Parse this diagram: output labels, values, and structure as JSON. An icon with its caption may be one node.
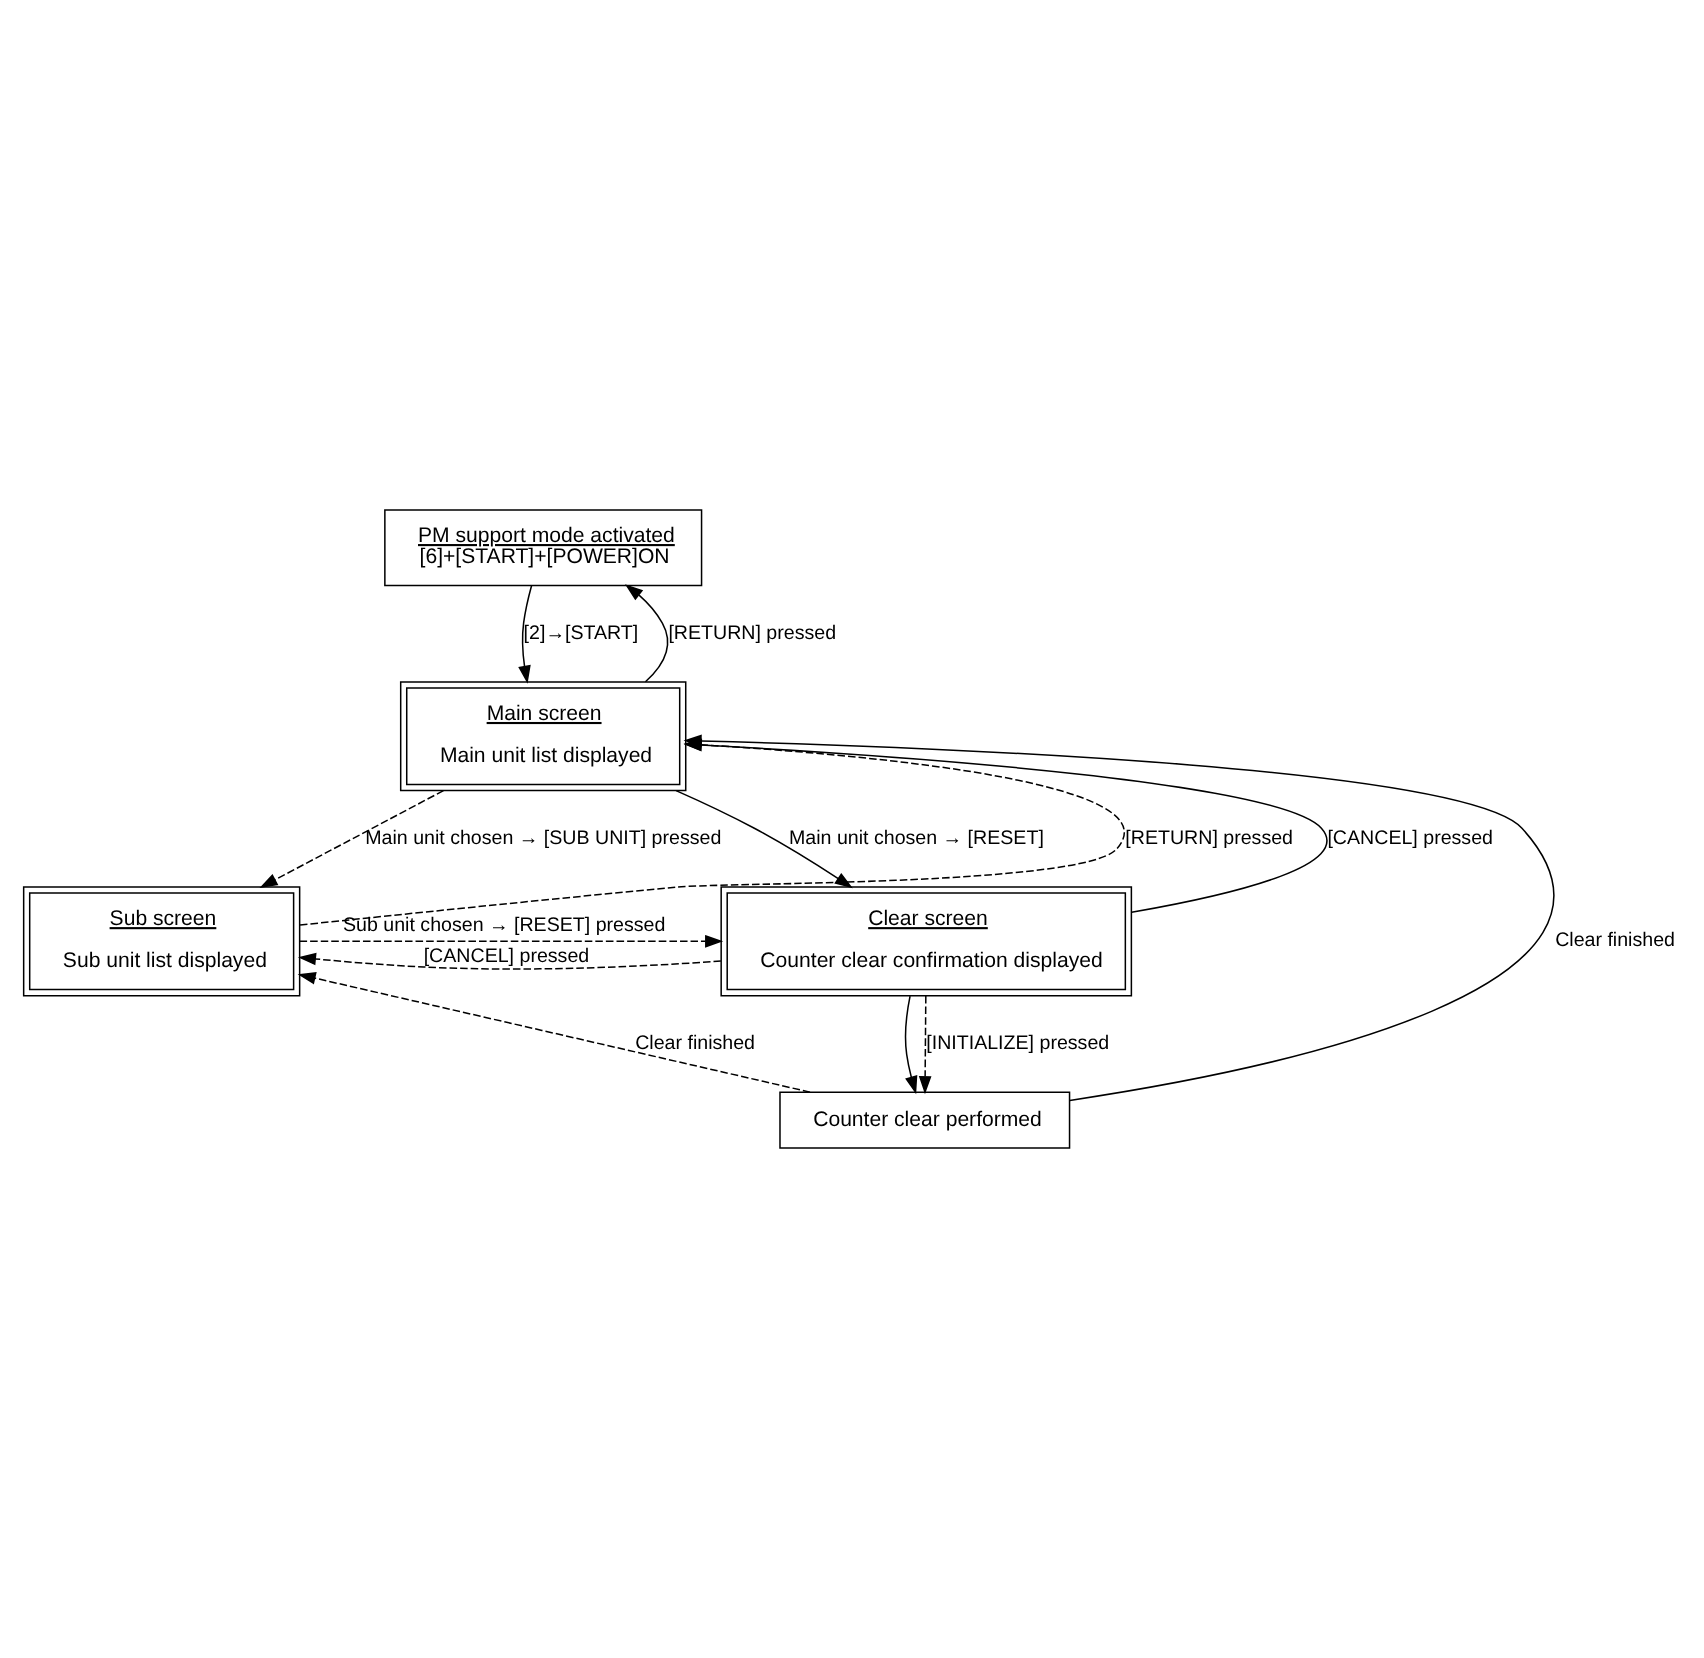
{
  "diagram": {
    "nodes": [
      {
        "text": [
          "PM support mode activated",
          "[6]+[START]+[POWER]ON"
        ]
      },
      {
        "text": [
          "Main screen",
          "Main unit list displayed"
        ]
      },
      {
        "text": [
          "Sub screen",
          "Sub unit list displayed"
        ]
      },
      {
        "text": [
          "Clear screen",
          "Counter clear confirmation displayed"
        ]
      },
      {
        "text": [
          "Counter clear performed"
        ]
      }
    ],
    "edges": [
      {
        "from": 1,
        "to": 0,
        "arrow": "to",
        "label": "[RETURN] pressed"
      },
      {
        "from": 0,
        "to": 1,
        "arrow": "to",
        "label": "[2]→[START]"
      },
      {
        "from": 1,
        "to": 2,
        "arrow": "to",
        "style": "dashed",
        "label": "Main unit chosen → [SUB UNIT] pressed"
      },
      {
        "from": 2,
        "to": 1,
        "arrow": "to",
        "style": "dashed",
        "label": "[RETURN] pressed"
      },
      {
        "from": 3,
        "to": 1,
        "arrow": "to",
        "label": "[CANCEL] pressed"
      },
      {
        "from": 1,
        "to": 3,
        "arrow": "to",
        "label": "Main unit chosen → [RESET]"
      },
      {
        "from": 3,
        "to": 2,
        "arrow": "to",
        "style": "dashed",
        "label": "[CANCEL] pressed"
      },
      {
        "from": 2,
        "to": 3,
        "arrow": "to",
        "style": "dashed",
        "label": "Sub unit chosen → [RESET] pressed"
      },
      {
        "from": 3,
        "to": 4,
        "arrow": "to"
      },
      {
        "from": 3,
        "to": 4,
        "arrow": "to",
        "style": "dashed",
        "label": "[INITIALIZE] pressed"
      },
      {
        "from": 4,
        "to": 1,
        "arrow": "to",
        "label": "Clear finished"
      },
      {
        "from": 4,
        "to": 2,
        "arrow": "to",
        "style": "dashed",
        "label": "Clear finished"
      }
    ]
  }
}
